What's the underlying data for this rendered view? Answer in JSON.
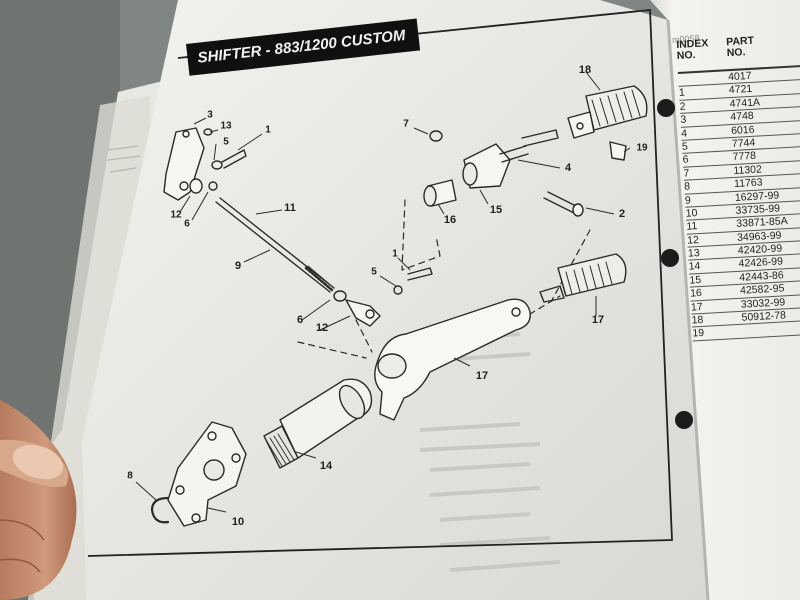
{
  "diagram": {
    "title": "SHIFTER - 883/1200 CUSTOM",
    "page_code": "m0058"
  },
  "parts_table": {
    "header_index": "INDEX\nNO.",
    "header_part": "PART\nNO.",
    "rows": [
      {
        "index": "",
        "part": "4017"
      },
      {
        "index": "1",
        "part": "4721"
      },
      {
        "index": "2",
        "part": "4741A"
      },
      {
        "index": "3",
        "part": "4748"
      },
      {
        "index": "4",
        "part": "6016"
      },
      {
        "index": "5",
        "part": "7744"
      },
      {
        "index": "6",
        "part": "7778"
      },
      {
        "index": "7",
        "part": "11302"
      },
      {
        "index": "8",
        "part": "11763"
      },
      {
        "index": "9",
        "part": "16297-99"
      },
      {
        "index": "10",
        "part": "33735-99"
      },
      {
        "index": "11",
        "part": "33871-85A"
      },
      {
        "index": "12",
        "part": "34963-99"
      },
      {
        "index": "13",
        "part": "42420-99"
      },
      {
        "index": "14",
        "part": "42426-99"
      },
      {
        "index": "15",
        "part": "42443-86"
      },
      {
        "index": "16",
        "part": "42582-95"
      },
      {
        "index": "17",
        "part": "33032-99"
      },
      {
        "index": "18",
        "part": "50912-78"
      },
      {
        "index": "19",
        "part": ""
      }
    ]
  },
  "callouts": {
    "c3": "3",
    "c13": "13",
    "c5a": "5",
    "c1a": "1",
    "c12a": "12",
    "c6a": "6",
    "c11": "11",
    "c9": "9",
    "c7": "7",
    "c18": "18",
    "c19": "19",
    "c4": "4",
    "c15": "15",
    "c16": "16",
    "c2": "2",
    "c1b": "1",
    "c5b": "5",
    "c6b": "6",
    "c12b": "12",
    "c17a": "17",
    "c17b": "17",
    "c14": "14",
    "c8": "8",
    "c10": "10"
  }
}
